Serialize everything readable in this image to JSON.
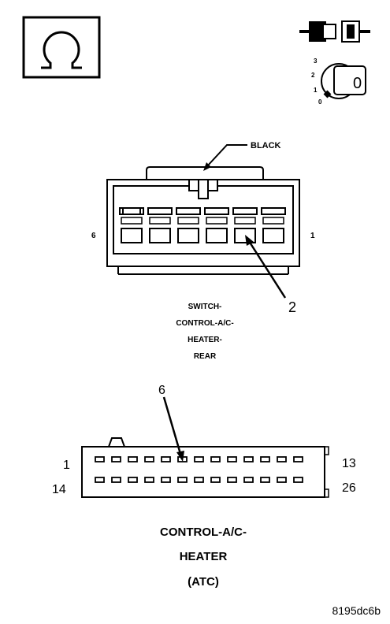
{
  "ohm_symbol": "Ω",
  "key_icon": {
    "positions": [
      "3",
      "2",
      "1",
      "0"
    ],
    "key_label": "0"
  },
  "connector_top": {
    "wire_label": "BLACK",
    "pin_left": "6",
    "pin_right": "1",
    "callout": "2",
    "name_lines": [
      "SWITCH-",
      "CONTROL-A/C-",
      "HEATER-",
      "REAR"
    ]
  },
  "connector_bottom": {
    "callout": "6",
    "row1_left": "1",
    "row1_right": "13",
    "row2_left": "14",
    "row2_right": "26",
    "name_lines": [
      "CONTROL-A/C-",
      "HEATER",
      "(ATC)"
    ]
  },
  "figure_id": "8195dc6b"
}
